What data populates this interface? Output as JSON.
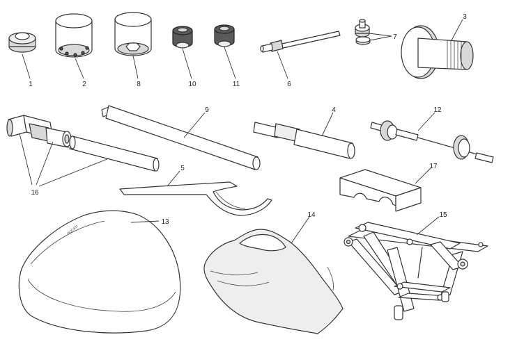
{
  "labels": {
    "p1": "1",
    "p2": "2",
    "p3": "3",
    "p4": "4",
    "p5": "5",
    "p6": "6",
    "p7": "7",
    "p8": "8",
    "p9": "9",
    "p10": "10",
    "p11": "11",
    "p12": "12",
    "p13": "13",
    "p14": "14",
    "p15": "15",
    "p16": "16",
    "p17": "17"
  },
  "brand_mark": "DUCATI",
  "colors": {
    "line": "#333333",
    "rubber": "#5a5a5a",
    "metal": "#d9d9d9",
    "background": "#ffffff"
  }
}
